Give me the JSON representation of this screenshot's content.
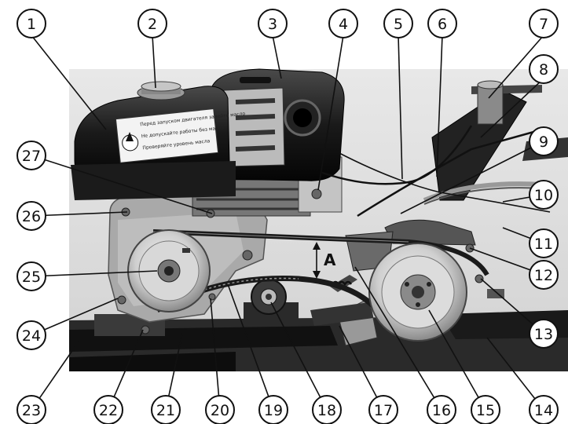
{
  "figure": {
    "callouts": [
      "1",
      "2",
      "3",
      "4",
      "5",
      "6",
      "7",
      "8",
      "9",
      "10",
      "11",
      "12",
      "13",
      "14",
      "15",
      "16",
      "17",
      "18",
      "19",
      "20",
      "21",
      "22",
      "23",
      "24",
      "25",
      "26",
      "27"
    ],
    "dimension_label": "A",
    "decal_lines": [
      "Перед запуском двигателя залейте масло",
      "Не допускайте работы без масла",
      "Проверяйте уровень масла"
    ]
  }
}
